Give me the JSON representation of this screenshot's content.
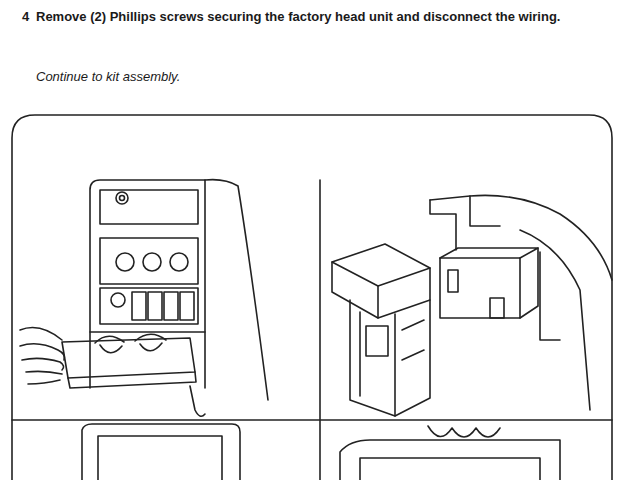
{
  "diagram": {
    "labels": [
      "4",
      "Remove (2) Phillips screws securing the factory head unit and disconnect the wiring.",
      "Continue to kit assembly."
    ]
  }
}
